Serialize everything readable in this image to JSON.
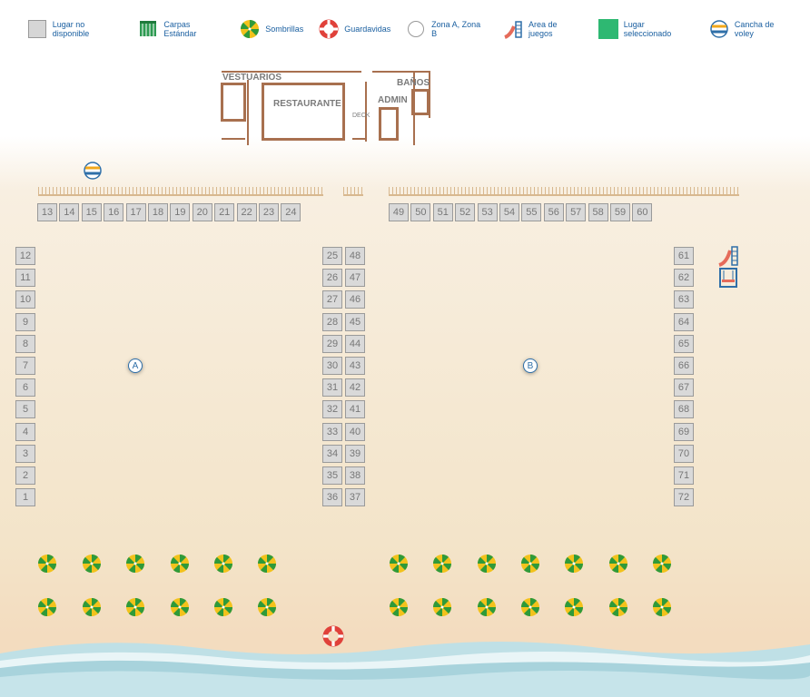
{
  "legend": [
    {
      "icon": "unavailable-swatch-icon",
      "label": "Lugar no disponible"
    },
    {
      "icon": "tent-icon",
      "label": "Carpas Estándar"
    },
    {
      "icon": "umbrella-icon",
      "label": "Sombrillas"
    },
    {
      "icon": "lifeguard-icon",
      "label": "Guardavidas"
    },
    {
      "icon": "zone-circle-icon",
      "label": "Zona A, Zona B"
    },
    {
      "icon": "playground-icon",
      "label": "Area de juegos"
    },
    {
      "icon": "selected-swatch-icon",
      "label": "Lugar seleccionado"
    },
    {
      "icon": "volleyball-icon",
      "label": "Cancha de voley"
    }
  ],
  "buildings": {
    "vestuarios": "VESTUARIOS",
    "restaurante": "RESTAURANTE",
    "deck": "DECK",
    "admin": "ADMIN",
    "banos": "BAÑOS"
  },
  "zones": {
    "a": "A",
    "b": "B"
  },
  "seats": {
    "top_left": [
      "13",
      "14",
      "15",
      "16",
      "17",
      "18",
      "19",
      "20",
      "21",
      "22",
      "23",
      "24"
    ],
    "top_right": [
      "49",
      "50",
      "51",
      "52",
      "53",
      "54",
      "55",
      "56",
      "57",
      "58",
      "59",
      "60"
    ],
    "left_column": [
      "12",
      "11",
      "10",
      "9",
      "8",
      "7",
      "6",
      "5",
      "4",
      "3",
      "2",
      "1"
    ],
    "center_left_column": [
      "25",
      "26",
      "27",
      "28",
      "29",
      "30",
      "31",
      "32",
      "33",
      "34",
      "35",
      "36"
    ],
    "center_right_column": [
      "48",
      "47",
      "46",
      "45",
      "44",
      "43",
      "42",
      "41",
      "40",
      "39",
      "38",
      "37"
    ],
    "right_column": [
      "61",
      "62",
      "63",
      "64",
      "65",
      "66",
      "67",
      "68",
      "69",
      "70",
      "71",
      "72"
    ]
  },
  "colors": {
    "unavailable": "#d9d9d9",
    "selected": "#2eb872",
    "building": "#a8704f",
    "label_blue": "#1a5fa0"
  }
}
